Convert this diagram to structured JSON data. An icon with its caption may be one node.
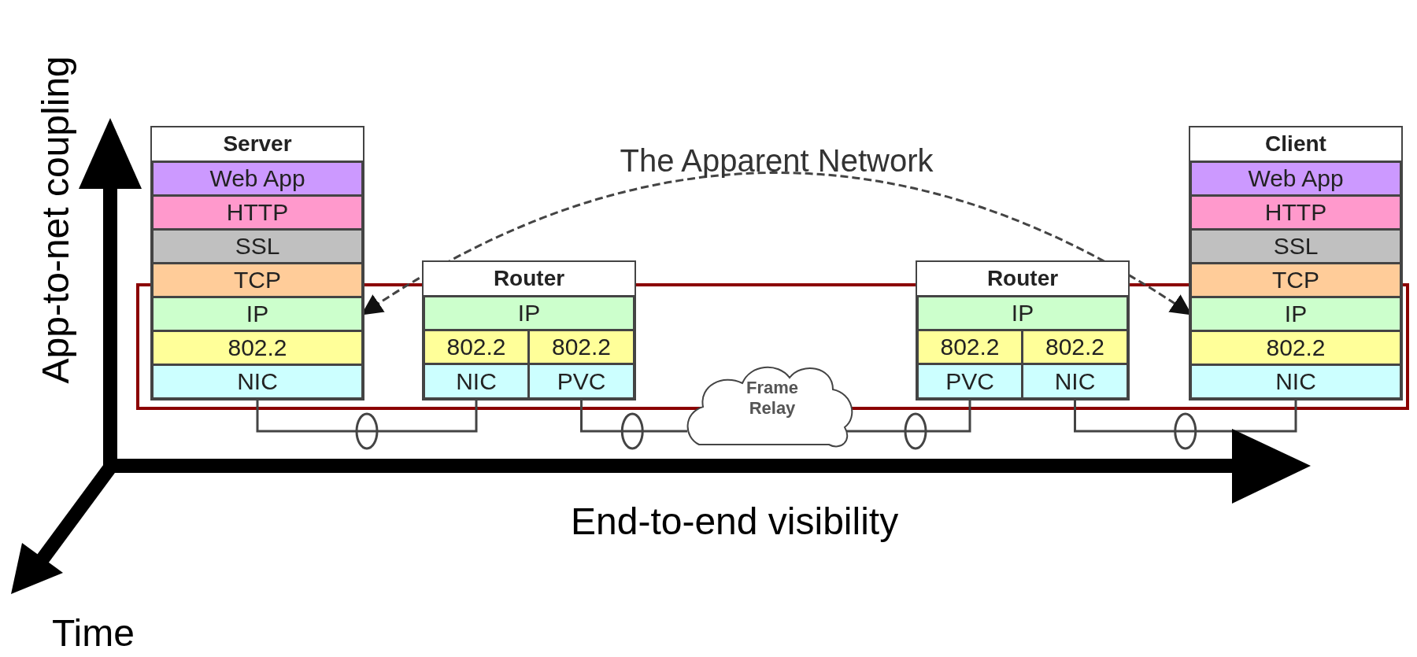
{
  "diagram": {
    "nodes": [
      {
        "text": [
          "Server"
        ]
      },
      {
        "text": [
          "Web App"
        ],
        "in": 0
      },
      {
        "text": [
          "HTTP"
        ],
        "in": 0
      },
      {
        "text": [
          "SSL"
        ],
        "in": 0
      },
      {
        "text": [
          "TCP"
        ],
        "in": 0
      },
      {
        "text": [
          "IP"
        ],
        "in": 0
      },
      {
        "text": [
          "802.2"
        ],
        "in": 0
      },
      {
        "text": [
          "NIC"
        ],
        "in": 0
      },
      {
        "text": [
          "Router"
        ]
      },
      {
        "text": [
          "IP"
        ],
        "in": 8
      },
      {
        "text": [
          "802.2"
        ],
        "in": 8
      },
      {
        "text": [
          "802.2"
        ],
        "in": 8
      },
      {
        "text": [
          "NIC"
        ],
        "in": 8
      },
      {
        "text": [
          "PVC"
        ],
        "in": 8
      },
      {
        "text": [
          "Frame Relay"
        ]
      },
      {
        "text": [
          "Router"
        ]
      },
      {
        "text": [
          "IP"
        ],
        "in": 15
      },
      {
        "text": [
          "802.2"
        ],
        "in": 15
      },
      {
        "text": [
          "802.2"
        ],
        "in": 15
      },
      {
        "text": [
          "PVC"
        ],
        "in": 15
      },
      {
        "text": [
          "NIC"
        ],
        "in": 15
      },
      {
        "text": [
          "Client"
        ]
      },
      {
        "text": [
          "Web App"
        ],
        "in": 21
      },
      {
        "text": [
          "HTTP"
        ],
        "in": 21
      },
      {
        "text": [
          "SSL"
        ],
        "in": 21
      },
      {
        "text": [
          "TCP"
        ],
        "in": 21
      },
      {
        "text": [
          "IP"
        ],
        "in": 21
      },
      {
        "text": [
          "802.2"
        ],
        "in": 21
      },
      {
        "text": [
          "NIC"
        ],
        "in": 21
      }
    ],
    "edges": [
      {
        "from": 5,
        "to": 26,
        "arrow": "both",
        "label": "The Apparent Network",
        "style": "dashed"
      },
      {
        "from": 7,
        "to": 12,
        "arrow": "none"
      },
      {
        "from": 13,
        "to": 14,
        "arrow": "none"
      },
      {
        "from": 14,
        "to": 19,
        "arrow": "none"
      },
      {
        "from": 20,
        "to": 28,
        "arrow": "none"
      }
    ],
    "labels": [
      "App-to-net coupling",
      "End-to-end visibility",
      "Time"
    ]
  }
}
